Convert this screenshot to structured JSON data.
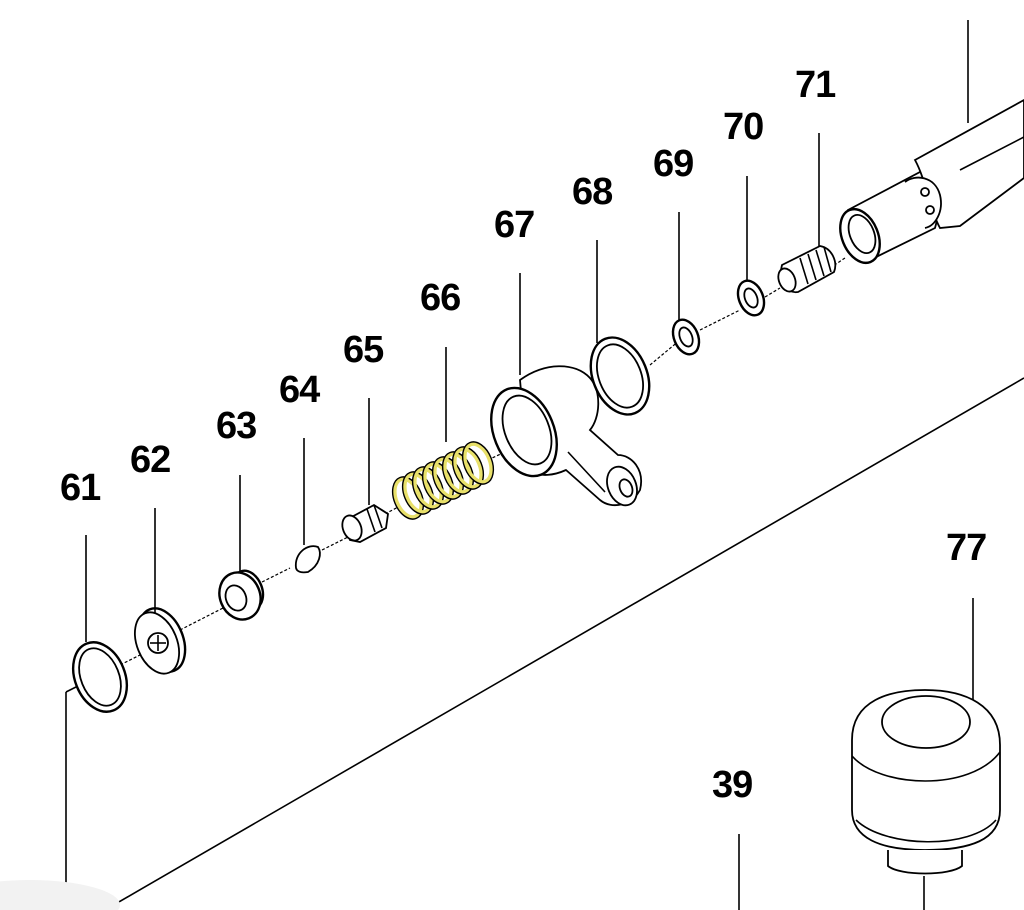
{
  "diagram": {
    "type": "exploded-parts-view",
    "colors": {
      "line": "#000000",
      "background": "#ffffff",
      "spring": "#e8e06a"
    },
    "parts": [
      {
        "number": "61",
        "name": "o-ring"
      },
      {
        "number": "62",
        "name": "washer"
      },
      {
        "number": "63",
        "name": "bushing"
      },
      {
        "number": "64",
        "name": "ball-cap"
      },
      {
        "number": "65",
        "name": "valve-plug"
      },
      {
        "number": "66",
        "name": "spring"
      },
      {
        "number": "67",
        "name": "banjo-fitting"
      },
      {
        "number": "68",
        "name": "o-ring-large"
      },
      {
        "number": "69",
        "name": "small-washer"
      },
      {
        "number": "70",
        "name": "small-washer"
      },
      {
        "number": "71",
        "name": "threaded-valve"
      },
      {
        "number": "77",
        "name": "knob-cap"
      },
      {
        "number": "39",
        "name": "housing"
      }
    ]
  }
}
